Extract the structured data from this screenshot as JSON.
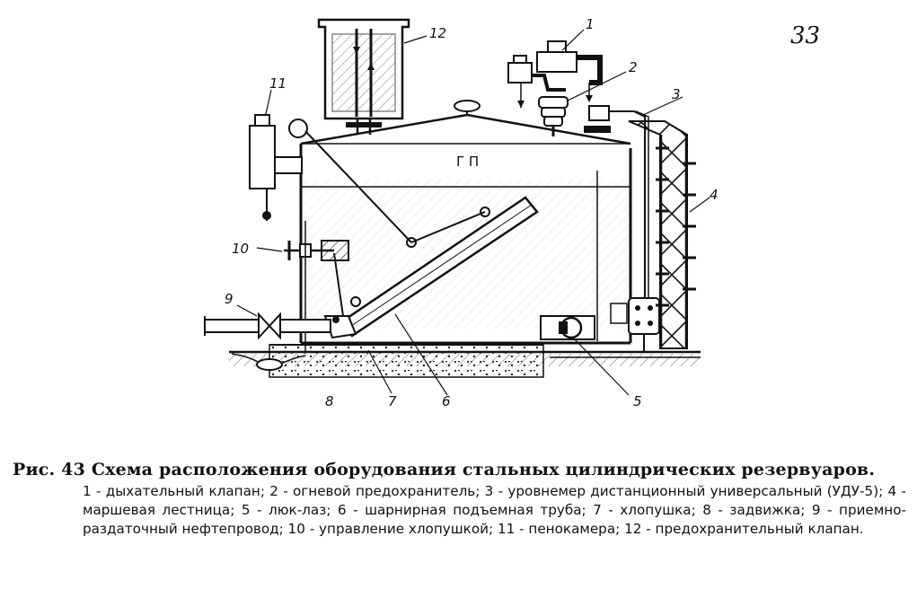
{
  "page_mark": "33",
  "labels": {
    "n1": "1",
    "n2": "2",
    "n3": "3",
    "n4": "4",
    "n5": "5",
    "n6": "6",
    "n7": "7",
    "n8": "8",
    "n9": "9",
    "n10": "10",
    "n11": "11",
    "n12": "12",
    "gas_space": "Г П"
  },
  "caption": {
    "title": "Рис. 43 Схема расположения оборудования стальных цилиндрических резервуаров.",
    "legend": "1 - дыхательный клапан; 2 - огневой предохранитель; 3 - уровнемер дистанционный универсальный (УДУ-5); 4 - маршевая лестница; 5 - люк-лаз; 6 - шарнирная подъемная труба; 7 - хлопушка; 8 - задвижка; 9 - приемно-раздаточный нефтепровод; 10 - управление хлопушкой; 11 - пенокамера; 12 - предохранительный клапан."
  }
}
